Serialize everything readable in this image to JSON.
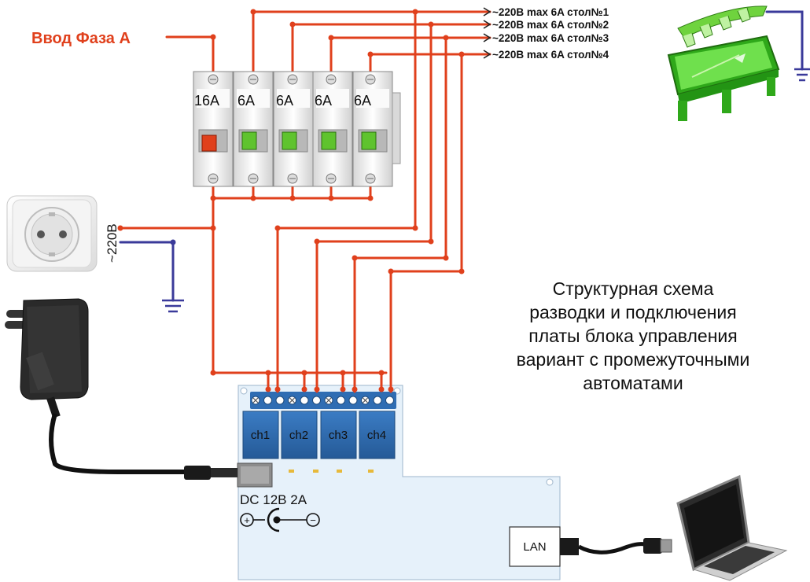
{
  "input_label": "Ввод Фаза А",
  "outputs": [
    "~220В max 6A стол№1",
    "~220В max 6A стол№2",
    "~220В max 6A стол№3",
    "~220В max 6A стол№4"
  ],
  "breaker_ratings": [
    "16A",
    "6A",
    "6A",
    "6A",
    "6A"
  ],
  "socket_voltage": "~220В",
  "channels": [
    "ch1",
    "ch2",
    "ch3",
    "ch4"
  ],
  "power_label": "DC 12В 2А",
  "polarity": {
    "plus": "+",
    "minus": "−"
  },
  "lan_label": "LAN",
  "title_lines": [
    "Структурная схема",
    "разводки и подключения",
    "платы блока управления",
    "вариант с промежуточными",
    "автоматами"
  ],
  "colors": {
    "phase_wire": "#e0401c",
    "neutral_wire": "#3a3a9a",
    "input_label": "#e0401c",
    "relay": "#2f6db3",
    "board": "#e6f1fa",
    "table_green": "#5fd13a"
  }
}
